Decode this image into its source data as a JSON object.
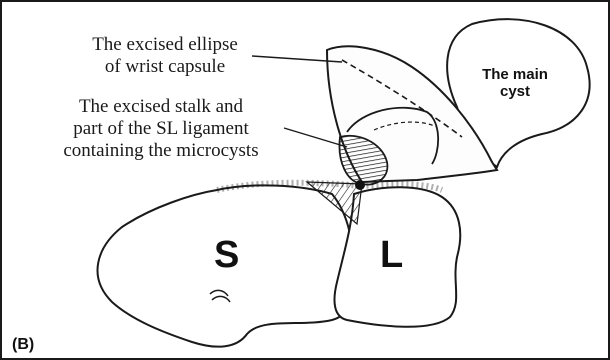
{
  "figure": {
    "panel_label": "(B)",
    "labels": {
      "excised_ellipse": [
        "The excised ellipse",
        "of wrist capsule"
      ],
      "excised_stalk": [
        "The excised stalk and",
        "part of the SL ligament",
        "containing the microcysts"
      ],
      "main_cyst": [
        "The main",
        "cyst"
      ],
      "scaphoid": "S",
      "lunate": "L"
    },
    "colors": {
      "ink": "#1a1a1a",
      "background": "#ffffff"
    }
  }
}
